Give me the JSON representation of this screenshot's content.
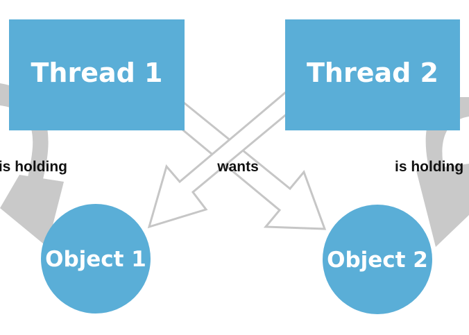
{
  "colors": {
    "node_fill": "#5aaed7",
    "node_text": "#ffffff",
    "holding_arrow": "#c9c9c9",
    "wants_arrow_stroke": "#c6c6c6",
    "wants_arrow_fill": "#ffffff",
    "edge_text": "#111111",
    "background": "#ffffff"
  },
  "nodes": {
    "thread1": {
      "label": "Thread 1",
      "shape": "rectangle"
    },
    "thread2": {
      "label": "Thread 2",
      "shape": "rectangle"
    },
    "object1": {
      "label": "Object 1",
      "shape": "circle"
    },
    "object2": {
      "label": "Object 2",
      "shape": "circle"
    }
  },
  "edges": {
    "holding_left": {
      "from": "thread1",
      "to": "object1",
      "label": "is holding"
    },
    "holding_right": {
      "from": "thread2",
      "to": "object2",
      "label": "is holding"
    },
    "wants_label": "wants",
    "wants_1": {
      "from": "thread1",
      "to": "object2"
    },
    "wants_2": {
      "from": "thread2",
      "to": "object1"
    }
  }
}
